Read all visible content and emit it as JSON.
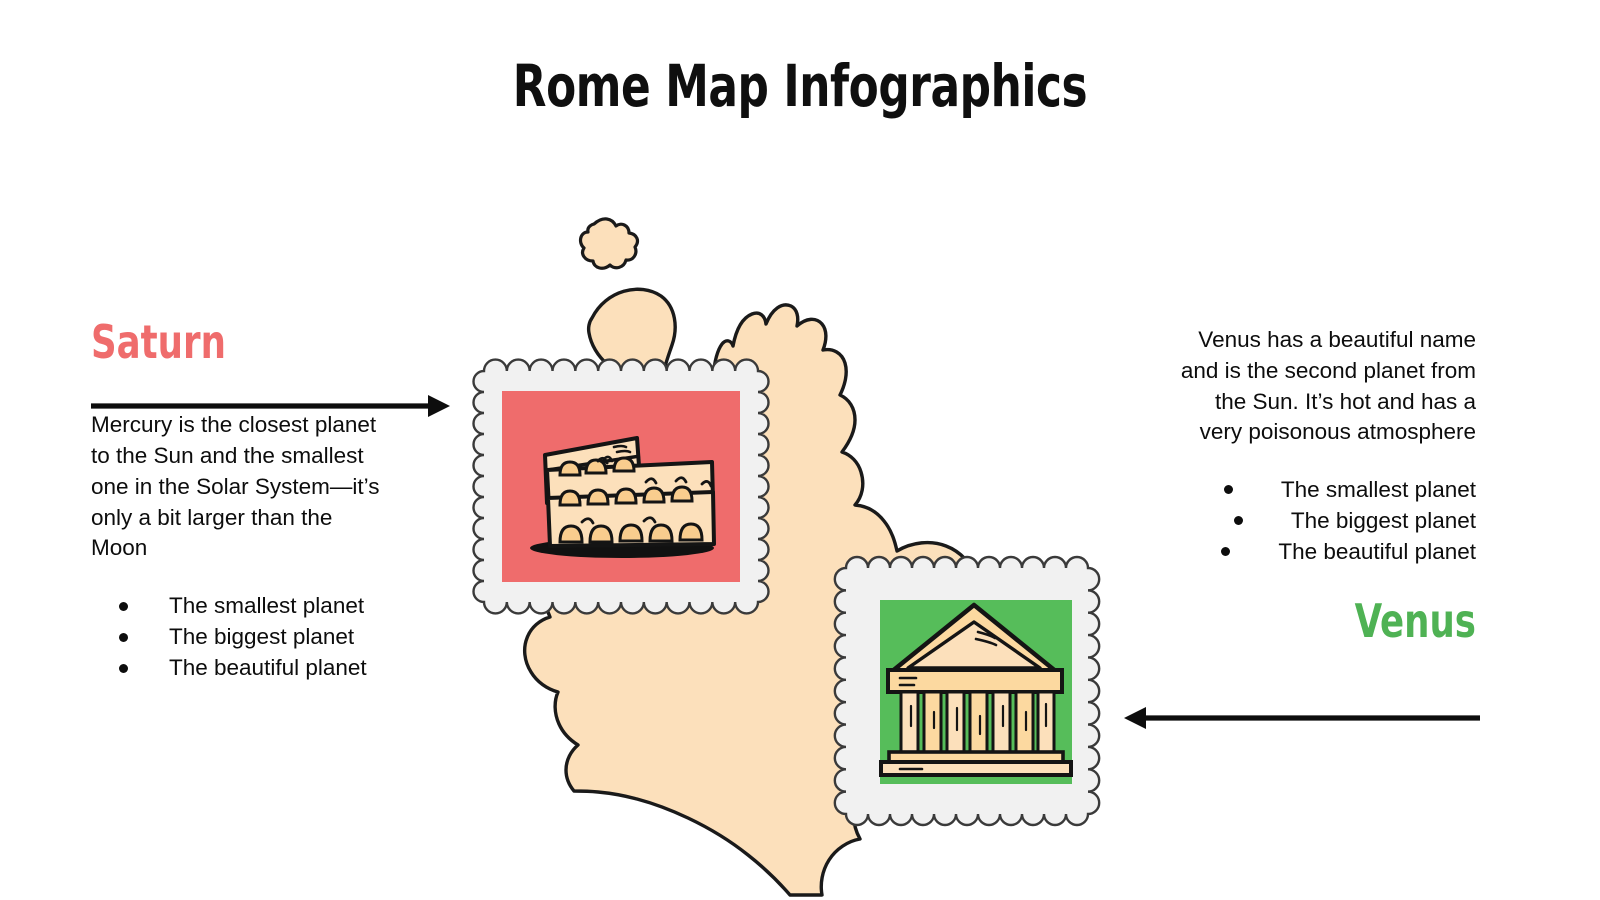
{
  "header": {
    "title": "Rome Map Infographics"
  },
  "left_panel": {
    "heading": "Saturn",
    "heading_color": "#ef6c6c",
    "arrow": "arrow-right-icon",
    "paragraph": "Mercury is the closest planet to the Sun and the smallest one in the Solar System—it’s only a bit larger than the Moon",
    "bullets": [
      "The smallest planet",
      "The biggest planet",
      "The beautiful planet"
    ]
  },
  "right_panel": {
    "heading": "Venus",
    "heading_color": "#4fb254",
    "arrow": "arrow-left-icon",
    "paragraph": "Venus has a beautiful name and is the second planet from the Sun. It’s hot and has a very poisonous atmosphere",
    "bullets": [
      "The smallest planet",
      "The biggest planet",
      "The beautiful planet"
    ]
  },
  "map": {
    "name": "rome-region-map",
    "fill_color": "#fce0bb",
    "outline_color": "#1a1a1a"
  },
  "stamps": [
    {
      "name": "stamp-colosseum",
      "panel_color": "#ef6c6c",
      "border_color": "#f0f0f0",
      "illustration": "colosseum-icon",
      "illustration_color": "#fce0bb"
    },
    {
      "name": "stamp-pantheon",
      "panel_color": "#56bd5a",
      "border_color": "#f0f0f0",
      "illustration": "pantheon-temple-icon",
      "illustration_color": "#fcd9a0"
    }
  ],
  "palette": {
    "background": "#ffffff",
    "ink": "#0d0d0d",
    "coral": "#ef6c6c",
    "green": "#56bd5a",
    "peach": "#fce0bb"
  }
}
